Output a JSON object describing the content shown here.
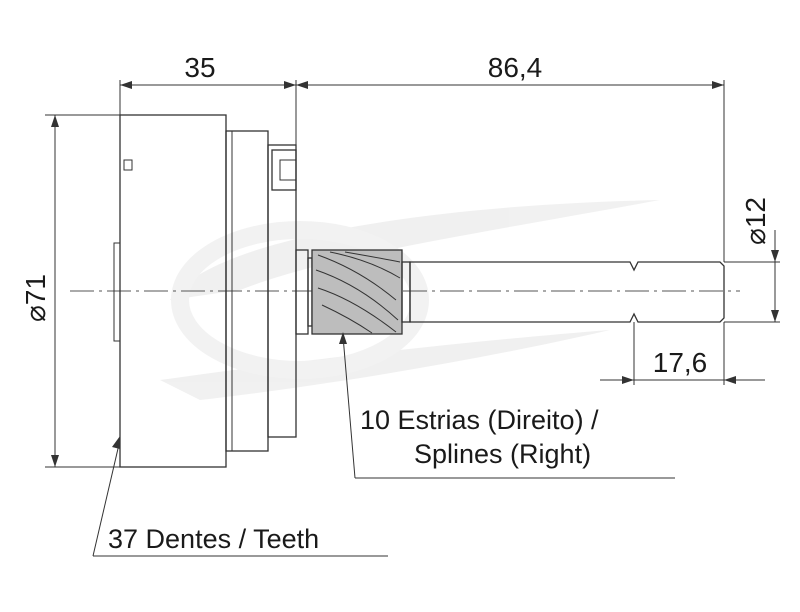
{
  "dimensions": {
    "length_body": "35",
    "length_shaft": "86,4",
    "diameter_body": "⌀71",
    "diameter_shaft": "⌀12",
    "spline_length": "17,6"
  },
  "notes": {
    "splines_line1": "10 Estrias (Direito) /",
    "splines_line2": "Splines (Right)",
    "teeth": "37 Dentes / Teeth"
  }
}
